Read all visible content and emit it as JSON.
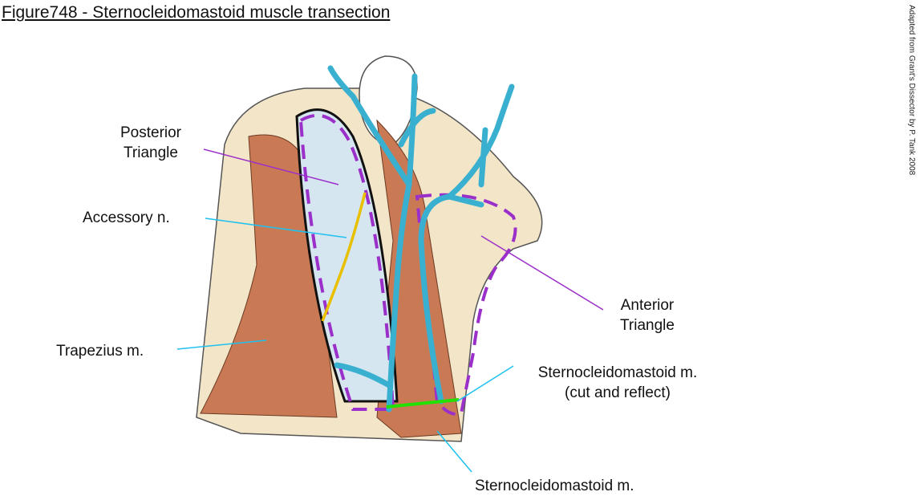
{
  "title": "Figure748 - Sternocleidomastoid muscle transection",
  "credit": "Adapted from Grant's Dissector by P. Tank 2008",
  "labels": {
    "posterior_triangle_1": "Posterior",
    "posterior_triangle_2": "Triangle",
    "accessory": "Accessory n.",
    "trapezius": "Trapezius m.",
    "anterior_triangle_1": "Anterior",
    "anterior_triangle_2": "Triangle",
    "scm_cut_1": "Sternocleidomastoid m.",
    "scm_cut_2": "(cut and reflect)",
    "scm": "Sternocleidomastoid m."
  },
  "colors": {
    "muscle": "#c97a55",
    "vein": "#3ab0d0",
    "dashed_outline": "#9b2fc9",
    "pointer_cyan": "#1ec0f0",
    "pointer_purple": "#9b2fc9",
    "nerve": "#e8c000",
    "cut_line": "#22e000"
  }
}
